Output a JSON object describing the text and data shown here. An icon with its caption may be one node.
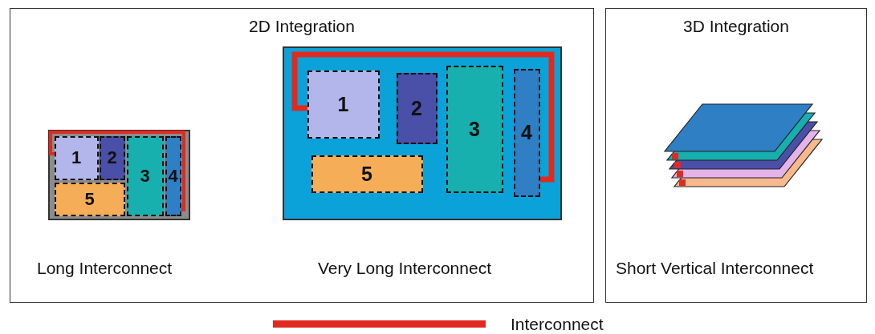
{
  "diagram": {
    "nodes": [
      {
        "text": [
          "2D Integration"
        ]
      },
      {
        "text": [],
        "shape": "box",
        "in": 0,
        "beside": [
          "Long Interconnect"
        ]
      },
      {
        "text": [
          "1"
        ],
        "in": 1
      },
      {
        "text": [
          "2"
        ],
        "in": 1
      },
      {
        "text": [
          "3"
        ],
        "in": 1
      },
      {
        "text": [
          "4"
        ],
        "in": 1
      },
      {
        "text": [
          "5"
        ],
        "in": 1
      },
      {
        "text": [],
        "shape": "box",
        "in": 0,
        "beside": [
          "Very Long Interconnect"
        ]
      },
      {
        "text": [
          "1"
        ],
        "in": 7
      },
      {
        "text": [
          "2"
        ],
        "in": 7
      },
      {
        "text": [
          "3"
        ],
        "in": 7
      },
      {
        "text": [
          "4"
        ],
        "in": 7
      },
      {
        "text": [
          "5"
        ],
        "in": 7
      },
      {
        "text": [
          "3D Integration",
          "Short Vertical Interconnect"
        ]
      }
    ],
    "edges": [
      {
        "from": 2,
        "to": 5,
        "arrow": "none"
      },
      {
        "from": 8,
        "to": 11,
        "arrow": "none"
      }
    ],
    "legend": [
      {
        "text": "Interconnect"
      }
    ]
  }
}
